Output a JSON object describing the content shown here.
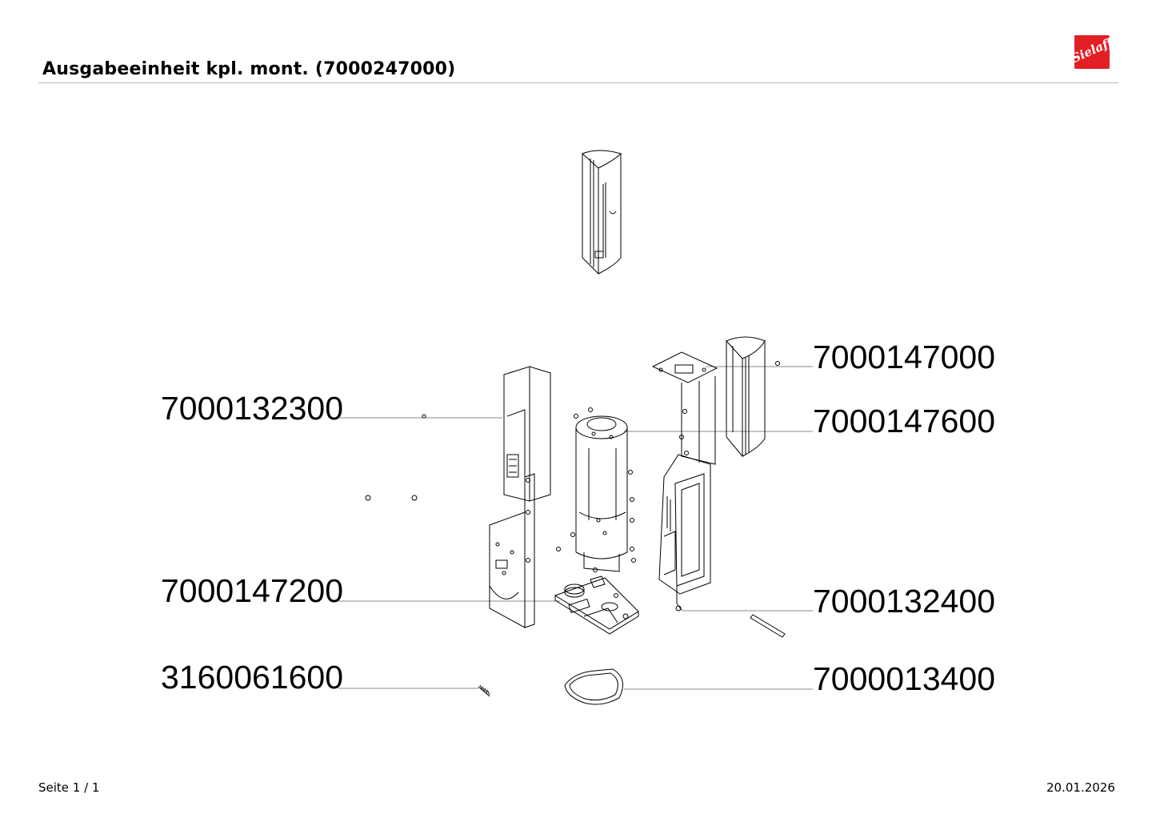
{
  "header": {
    "title": "Ausgabeeinheit kpl. mont. (7000247000)",
    "logo_text": "Sielaff",
    "logo_color": "#e31e24"
  },
  "parts": [
    {
      "id": "7000132300",
      "side": "left"
    },
    {
      "id": "7000147200",
      "side": "left"
    },
    {
      "id": "3160061600",
      "side": "left"
    },
    {
      "id": "7000147000",
      "side": "right"
    },
    {
      "id": "7000147600",
      "side": "right"
    },
    {
      "id": "7000132400",
      "side": "right"
    },
    {
      "id": "7000013400",
      "side": "right"
    }
  ],
  "footer": {
    "page": "Seite 1 / 1",
    "date": "20.01.2026"
  }
}
